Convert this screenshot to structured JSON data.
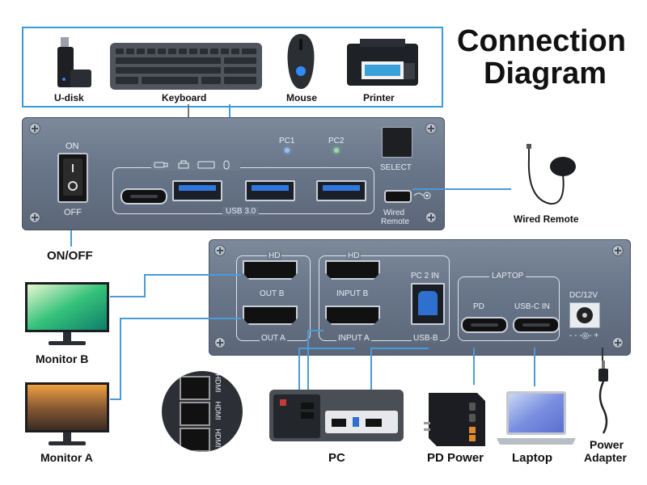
{
  "title": {
    "line1": "Connection",
    "line2": "Diagram"
  },
  "peripherals": {
    "udisk": "U-disk",
    "keyboard": "Keyboard",
    "mouse": "Mouse",
    "printer": "Printer"
  },
  "front_panel": {
    "on": "ON",
    "off": "OFF",
    "pc1": "PC1",
    "pc2": "PC2",
    "select": "SELECT",
    "usb": "USB 3.0",
    "wired_remote_1": "Wired",
    "wired_remote_2": "Remote"
  },
  "back_panel": {
    "hd_b": "HD",
    "hd_in": "HD",
    "out_b": "OUT B",
    "input_b": "INPUT B",
    "out_a": "OUT A",
    "input_a": "INPUT A",
    "pc2_in": "PC 2 IN",
    "usb_b": "USB-B",
    "laptop": "LAPTOP",
    "pd": "PD",
    "usbc_in": "USB-C IN",
    "dc": "DC/12V",
    "polarity": "- - -◎- +"
  },
  "devices": {
    "wired_remote": "Wired Remote",
    "onoff": "ON/OFF",
    "monitor_b": "Monitor B",
    "monitor_a": "Monitor A",
    "pc": "PC",
    "pd_power": "PD Power",
    "laptop": "Laptop",
    "power_adapter_1": "Power",
    "power_adapter_2": "Adapter",
    "hdmi_text": "HDMI"
  },
  "colors": {
    "accent": "#3a9ad9",
    "panel": "#6a7788"
  }
}
